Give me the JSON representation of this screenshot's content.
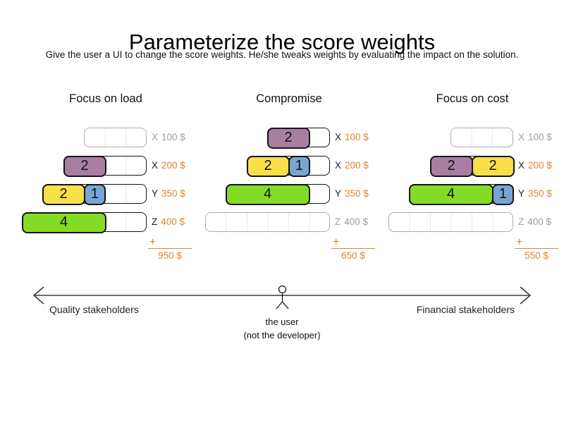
{
  "title": "Parameterize the score weights",
  "subtitle": "Give the user a UI to change the score weights. He/she tweaks weights by evaluating the impact on the solution.",
  "colors": {
    "block_purple": "#a87fa3",
    "block_yellow": "#f8e04a",
    "block_blue": "#77a5d4",
    "block_green": "#83db26",
    "accent_orange": "#e2832d",
    "inactive_gray": "#9e9e9e"
  },
  "scenarios": [
    {
      "title": "Focus on load",
      "rows": [
        {
          "machine": "X",
          "cost": "100 $",
          "capacity": 3,
          "active": false,
          "blocks": []
        },
        {
          "machine": "X",
          "cost": "200 $",
          "capacity": 4,
          "active": true,
          "blocks": [
            {
              "value": "2",
              "color": "purple"
            }
          ]
        },
        {
          "machine": "Y",
          "cost": "350 $",
          "capacity": 5,
          "active": true,
          "blocks": [
            {
              "value": "2",
              "color": "yellow"
            },
            {
              "value": "1",
              "color": "blue"
            }
          ]
        },
        {
          "machine": "Z",
          "cost": "400 $",
          "capacity": 6,
          "active": true,
          "blocks": [
            {
              "value": "4",
              "color": "green"
            }
          ]
        }
      ],
      "plus": "+",
      "total": "950 $"
    },
    {
      "title": "Compromise",
      "rows": [
        {
          "machine": "X",
          "cost": "100 $",
          "capacity": 3,
          "active": true,
          "blocks": [
            {
              "value": "2",
              "color": "purple"
            }
          ]
        },
        {
          "machine": "X",
          "cost": "200 $",
          "capacity": 4,
          "active": true,
          "blocks": [
            {
              "value": "2",
              "color": "yellow"
            },
            {
              "value": "1",
              "color": "blue"
            }
          ]
        },
        {
          "machine": "Y",
          "cost": "350 $",
          "capacity": 5,
          "active": true,
          "blocks": [
            {
              "value": "4",
              "color": "green"
            }
          ]
        },
        {
          "machine": "Z",
          "cost": "400 $",
          "capacity": 6,
          "active": false,
          "blocks": []
        }
      ],
      "plus": "+",
      "total": "650 $"
    },
    {
      "title": "Focus on cost",
      "rows": [
        {
          "machine": "X",
          "cost": "100 $",
          "capacity": 3,
          "active": false,
          "blocks": []
        },
        {
          "machine": "X",
          "cost": "200 $",
          "capacity": 4,
          "active": true,
          "blocks": [
            {
              "value": "2",
              "color": "purple"
            },
            {
              "value": "2",
              "color": "yellow"
            }
          ]
        },
        {
          "machine": "Y",
          "cost": "350 $",
          "capacity": 5,
          "active": true,
          "blocks": [
            {
              "value": "4",
              "color": "green"
            },
            {
              "value": "1",
              "color": "blue"
            }
          ]
        },
        {
          "machine": "Z",
          "cost": "400 $",
          "capacity": 6,
          "active": false,
          "blocks": []
        }
      ],
      "plus": "+",
      "total": "550 $"
    }
  ],
  "spectrum": {
    "left_label": "Quality stakeholders",
    "right_label": "Financial stakeholders",
    "figure_caption_line1": "the user",
    "figure_caption_line2": "(not the developer)"
  }
}
